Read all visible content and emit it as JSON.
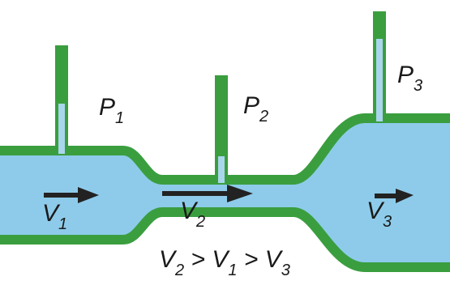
{
  "colors": {
    "fluid": "#8ecbea",
    "wall": "#3a9e3f",
    "tube_fluid": "#a9d6ec",
    "arrow": "#222222",
    "text": "#1a1a1a"
  },
  "labels": {
    "p1": {
      "main": "P",
      "sub": "1"
    },
    "p2": {
      "main": "P",
      "sub": "2"
    },
    "p3": {
      "main": "P",
      "sub": "3"
    },
    "v1": {
      "main": "V",
      "sub": "1"
    },
    "v2": {
      "main": "V",
      "sub": "2"
    },
    "v3": {
      "main": "V",
      "sub": "3"
    }
  },
  "relation": {
    "v_a": "V",
    "s_a": "2",
    "gt1": " > ",
    "v_b": "V",
    "s_b": "1",
    "gt2": " > ",
    "v_c": "V",
    "s_c": "3"
  },
  "icons": {
    "flow_arrow": "right-arrow-icon"
  }
}
